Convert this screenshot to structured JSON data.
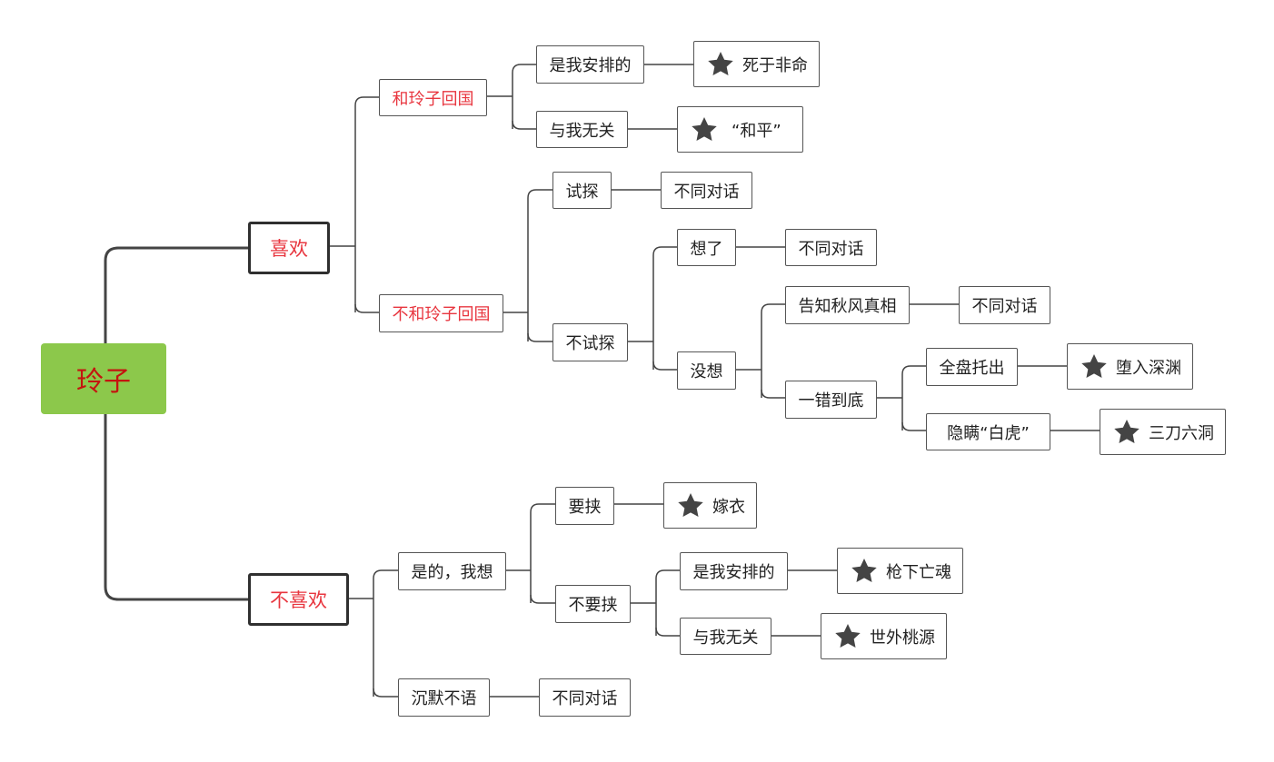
{
  "colors": {
    "line": "#444444",
    "node_border": "#555555",
    "root_bg": "#8cc84b",
    "root_text": "#c4140f",
    "accent_text": "#e8363f",
    "text": "#222222",
    "star": "#444444"
  },
  "mindmap": {
    "root": "玲子",
    "like": {
      "label": "喜欢",
      "return_home": {
        "label": "和玲子回国",
        "arranged": {
          "label": "是我安排的",
          "ending": "死于非命",
          "ending_icon": "star-icon"
        },
        "unrelated": {
          "label": "与我无关",
          "ending": "“和平”",
          "ending_icon": "star-icon"
        }
      },
      "not_return": {
        "label": "不和玲子回国",
        "probe": {
          "label": "试探",
          "result": "不同对话"
        },
        "no_probe": {
          "label": "不试探",
          "thought": {
            "label": "想了",
            "result": "不同对话"
          },
          "not_thought": {
            "label": "没想",
            "tell_truth": {
              "label": "告知秋风真相",
              "result": "不同对话"
            },
            "one_mistake": {
              "label": "一错到底",
              "confess_all": {
                "label": "全盘托出",
                "ending": "堕入深渊",
                "ending_icon": "star-icon"
              },
              "hide_tiger": {
                "label": "隐瞒“白虎”",
                "ending": "三刀六洞",
                "ending_icon": "star-icon"
              }
            }
          }
        }
      }
    },
    "dislike": {
      "label": "不喜欢",
      "yes_want": {
        "label": "是的，我想",
        "coerce": {
          "label": "要挟",
          "ending": "嫁衣",
          "ending_icon": "star-icon"
        },
        "no_coerce": {
          "label": "不要挟",
          "arranged": {
            "label": "是我安排的",
            "ending": "枪下亡魂",
            "ending_icon": "star-icon"
          },
          "unrelated": {
            "label": "与我无关",
            "ending": "世外桃源",
            "ending_icon": "star-icon"
          }
        }
      },
      "silent": {
        "label": "沉默不语",
        "result": "不同对话"
      }
    }
  }
}
